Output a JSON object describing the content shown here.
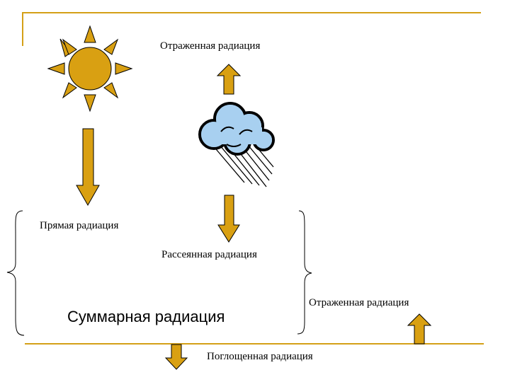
{
  "labels": {
    "reflected_top": "Отраженная радиация",
    "direct": "Прямая радиация",
    "diffuse": "Рассеянная радиация",
    "total": "Суммарная радиация",
    "reflected_right": "Отраженная радиация",
    "absorbed": "Поглощенная радиация"
  },
  "colors": {
    "sun": "#d9a012",
    "arrow": "#d9a012",
    "frame": "#d4a017",
    "cloud": "#a8d0f0",
    "outline": "#000000"
  },
  "icons": [
    "sun-icon",
    "rain-cloud-icon"
  ]
}
